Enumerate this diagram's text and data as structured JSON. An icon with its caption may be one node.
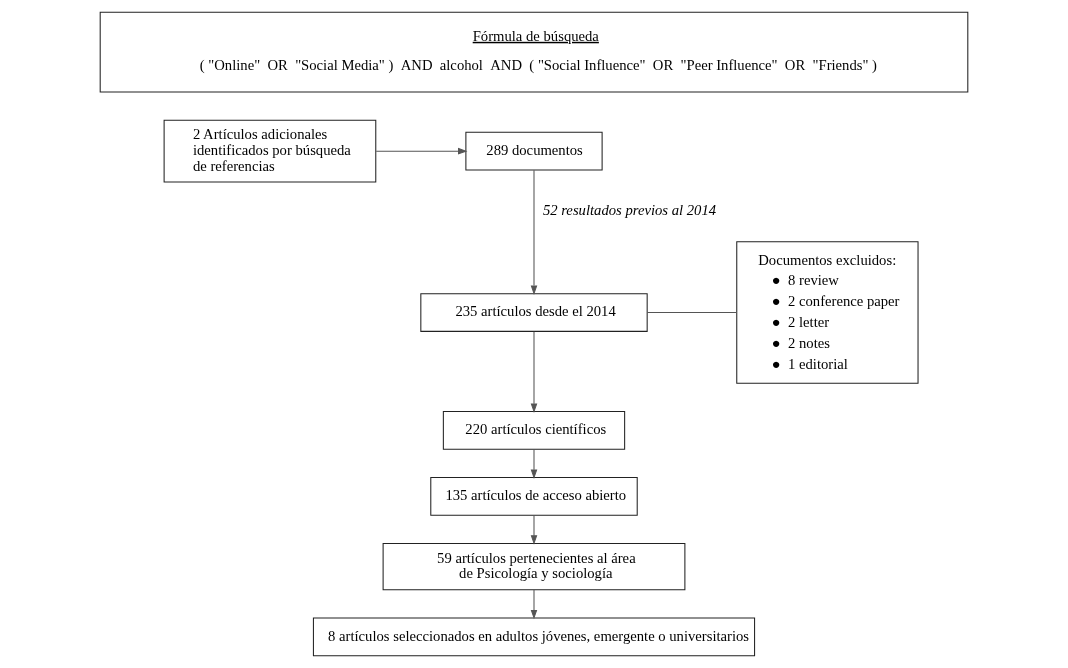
{
  "diagram": {
    "nodes": [
      {
        "text": [
          "Fórmula de búsqueda",
          "( \"Online\"  OR  \"Social Media\" )  AND  alcohol  AND  ( \"Social Influence\"  OR  \"Peer Influence\"  OR  \"Friends\" )"
        ]
      },
      {
        "text": [
          "2 Artículos adicionales identificados por búsqueda de referencias"
        ]
      },
      {
        "text": [
          "289 documentos"
        ]
      },
      {
        "text": [
          "235 artículos desde el 2014"
        ]
      },
      {
        "text": [
          "Documentos excluidos:",
          "●  8 review",
          "●  2 conference paper",
          "●  2 letter",
          "●  2 notes",
          "●  1 editorial"
        ]
      },
      {
        "text": [
          "220 artículos científicos"
        ]
      },
      {
        "text": [
          "135 artículos de acceso abierto"
        ]
      },
      {
        "text": [
          "59 artículos pertenecientes al área de Psicología y sociología"
        ]
      },
      {
        "text": [
          "8 artículos seleccionados en adultos jóvenes, emergente o universitarios"
        ]
      }
    ],
    "edges": [
      {
        "from": 1,
        "to": 2,
        "arrow": "to"
      },
      {
        "from": 2,
        "to": 3,
        "arrow": "to",
        "label": "52 resultados previos al 2014"
      },
      {
        "from": 3,
        "to": 4,
        "arrow": "none"
      },
      {
        "from": 3,
        "to": 5,
        "arrow": "to"
      },
      {
        "from": 5,
        "to": 6,
        "arrow": "to"
      },
      {
        "from": 6,
        "to": 7,
        "arrow": "to"
      },
      {
        "from": 7,
        "to": 8,
        "arrow": "to"
      }
    ]
  }
}
